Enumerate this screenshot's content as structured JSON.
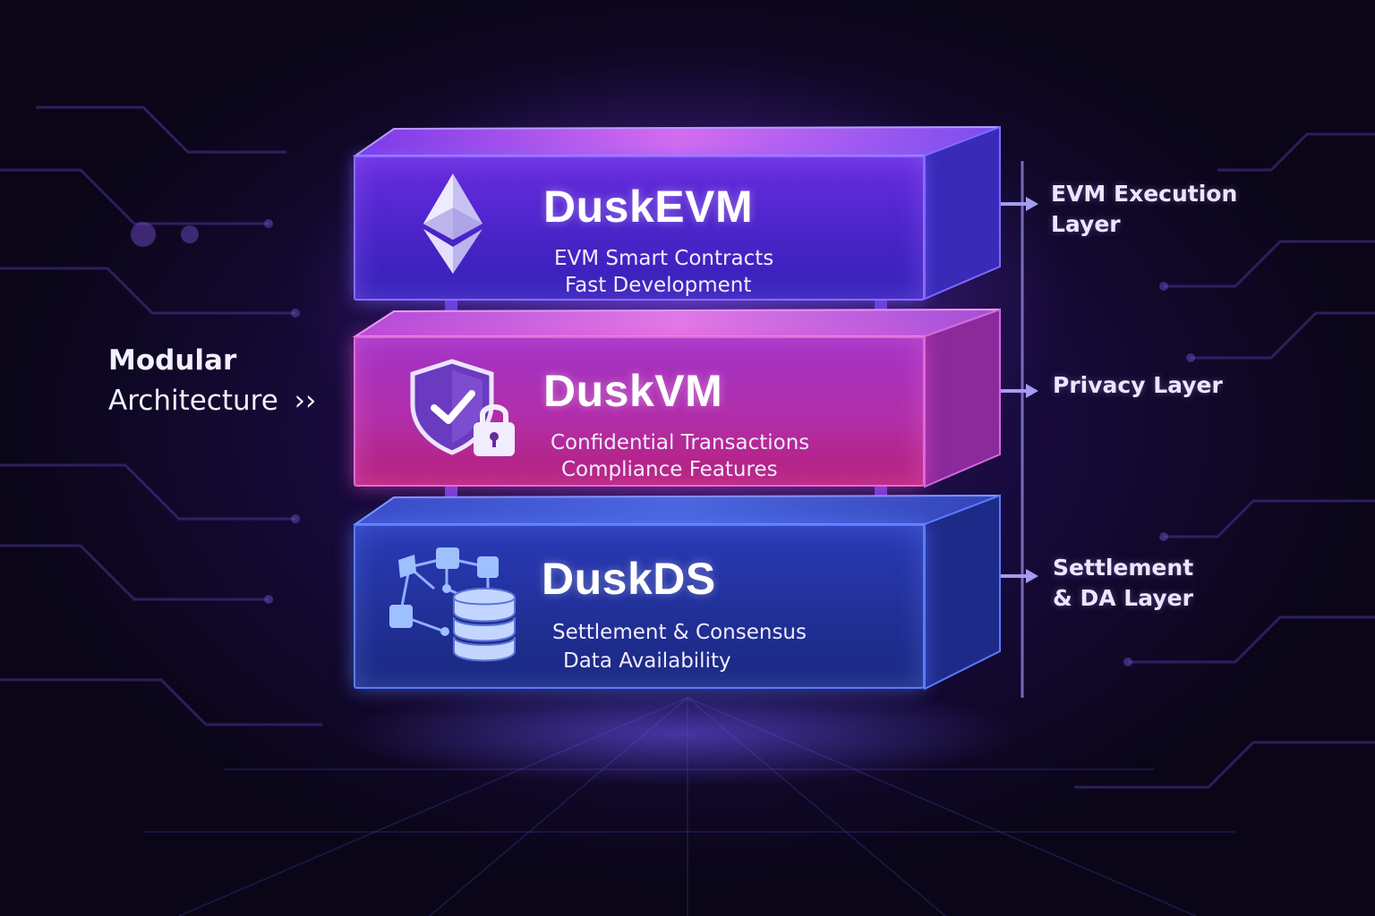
{
  "colors": {
    "background": "#0b0718",
    "evm_layer": "#4a24c8",
    "vm_layer": "#b22ea8",
    "ds_layer": "#213098",
    "connector": "#8f86d8"
  },
  "left_caption": {
    "line1": "Modular",
    "line2": "Architecture",
    "arrow": "››"
  },
  "layers": [
    {
      "title": "DuskEVM",
      "line1": "EVM Smart Contracts",
      "line2": "Fast Development",
      "icon": "ethereum-diamond-icon",
      "side_label_line1": "EVM Execution",
      "side_label_line2": "Layer"
    },
    {
      "title": "DuskVM",
      "line1": "Confidential Transactions",
      "line2": "Compliance Features",
      "icon": "shield-check-lock-icon",
      "side_label_line1": "Privacy Layer",
      "side_label_line2": ""
    },
    {
      "title": "DuskDS",
      "line1": "Settlement & Consensus",
      "line2": "Data Availability",
      "icon": "network-database-icon",
      "side_label_line1": "Settlement",
      "side_label_line2": "& DA Layer"
    }
  ]
}
